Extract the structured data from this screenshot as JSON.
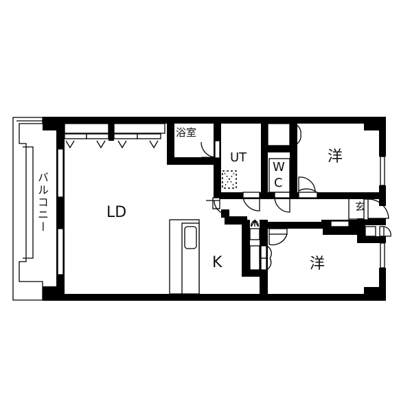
{
  "floor_plan": {
    "colors": {
      "wall": "#000000",
      "background": "#ffffff",
      "line": "#000000"
    },
    "rooms": [
      {
        "id": "balcony",
        "label": "バルコニー"
      },
      {
        "id": "living_dining",
        "label": "LD"
      },
      {
        "id": "kitchen",
        "label": "K"
      },
      {
        "id": "bathroom",
        "label": "浴室"
      },
      {
        "id": "utility",
        "label": "UT"
      },
      {
        "id": "toilet_w",
        "label": "W"
      },
      {
        "id": "toilet_c",
        "label": "C"
      },
      {
        "id": "western_room_1",
        "label": "洋"
      },
      {
        "id": "western_room_2",
        "label": "洋"
      },
      {
        "id": "entrance",
        "label": "玄"
      }
    ]
  }
}
